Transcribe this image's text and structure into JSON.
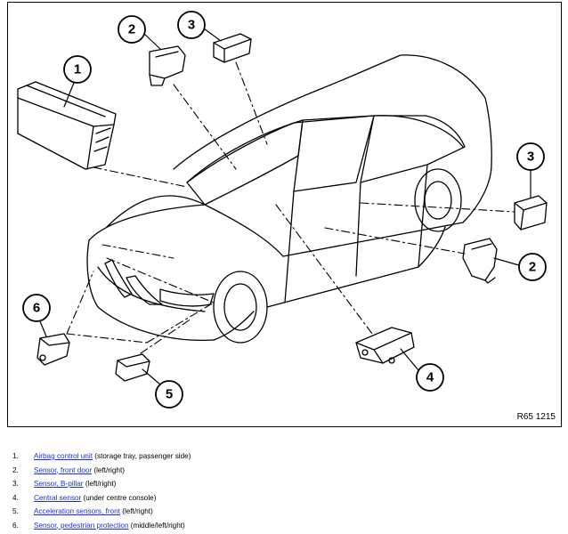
{
  "figure_code": "R65 1215",
  "callouts": [
    "1",
    "2",
    "3",
    "3",
    "2",
    "6",
    "5",
    "4"
  ],
  "legend": [
    {
      "num": "1.",
      "link": "Airbag control unit",
      "note": "(storage tray, passenger side)"
    },
    {
      "num": "2.",
      "link": "Sensor, front door",
      "note": "(left/right)"
    },
    {
      "num": "3.",
      "link": "Sensor, B-pillar",
      "note": "(left/right)"
    },
    {
      "num": "4.",
      "link": "Central sensor",
      "note": "(under centre console)"
    },
    {
      "num": "5.",
      "link": "Acceleration sensors, front",
      "note": "(left/right)"
    },
    {
      "num": "6.",
      "link": "Sensor, pedestrian protection",
      "note": "(middle/left/right)"
    }
  ]
}
